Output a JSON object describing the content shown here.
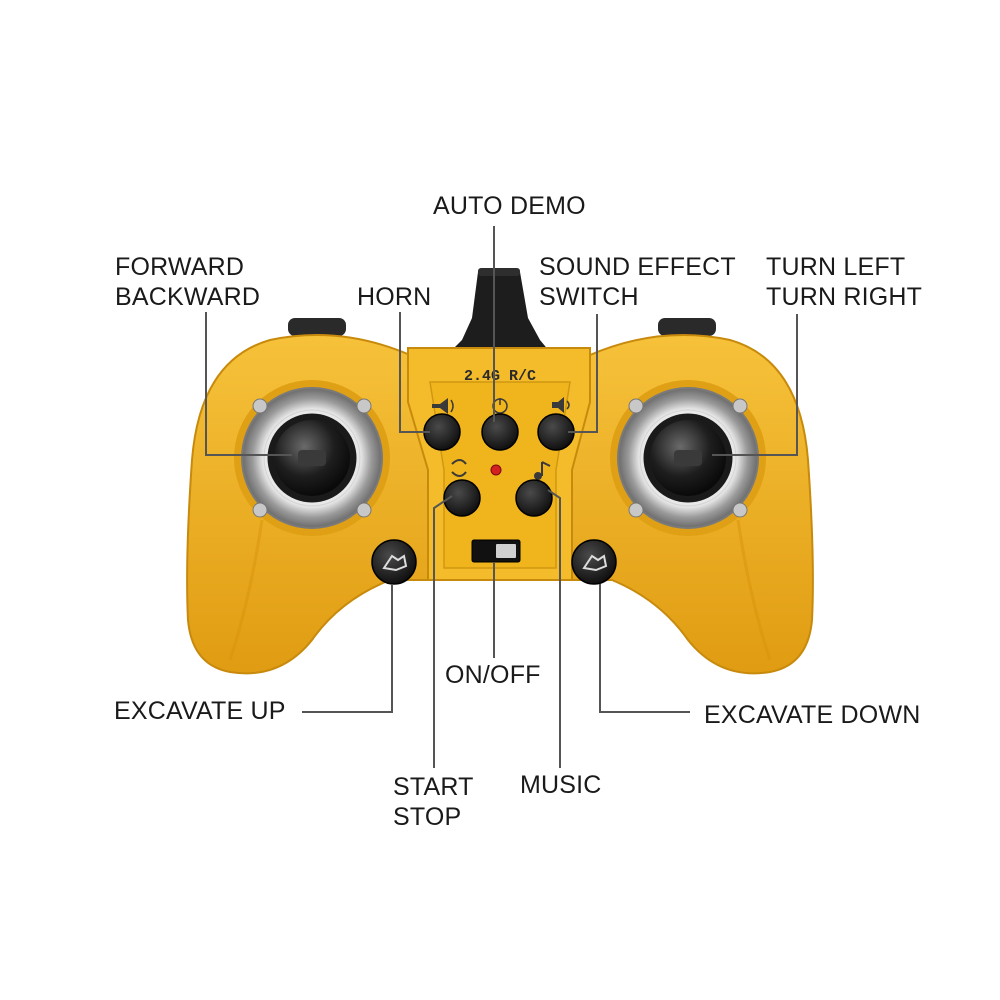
{
  "device": {
    "badge_text": "2.4G R/C",
    "colors": {
      "body": "#f2b21e",
      "body_shade": "#d8940c",
      "button": "#151515",
      "ring": "#b8b8b8",
      "leader": "#555555",
      "led": "#d42020"
    }
  },
  "labels": {
    "auto_demo": "AUTO DEMO",
    "forward_backward": [
      "FORWARD",
      "BACKWARD"
    ],
    "horn": "HORN",
    "sound_effect_switch": [
      "SOUND EFFECT",
      "SWITCH"
    ],
    "turn_left_right": [
      "TURN LEFT",
      "TURN RIGHT"
    ],
    "excavate_up": "EXCAVATE UP",
    "on_off": "ON/OFF",
    "excavate_down": "EXCAVATE DOWN",
    "start_stop": [
      "START",
      "STOP"
    ],
    "music": "MUSIC"
  },
  "icons": {
    "horn": "horn-icon",
    "auto_demo": "power-demo-icon",
    "sound_effect": "speaker-icon",
    "start_stop": "start-stop-icon",
    "music": "music-note-icon",
    "excavate_up": "excavator-up-icon",
    "excavate_down": "excavator-down-icon"
  }
}
